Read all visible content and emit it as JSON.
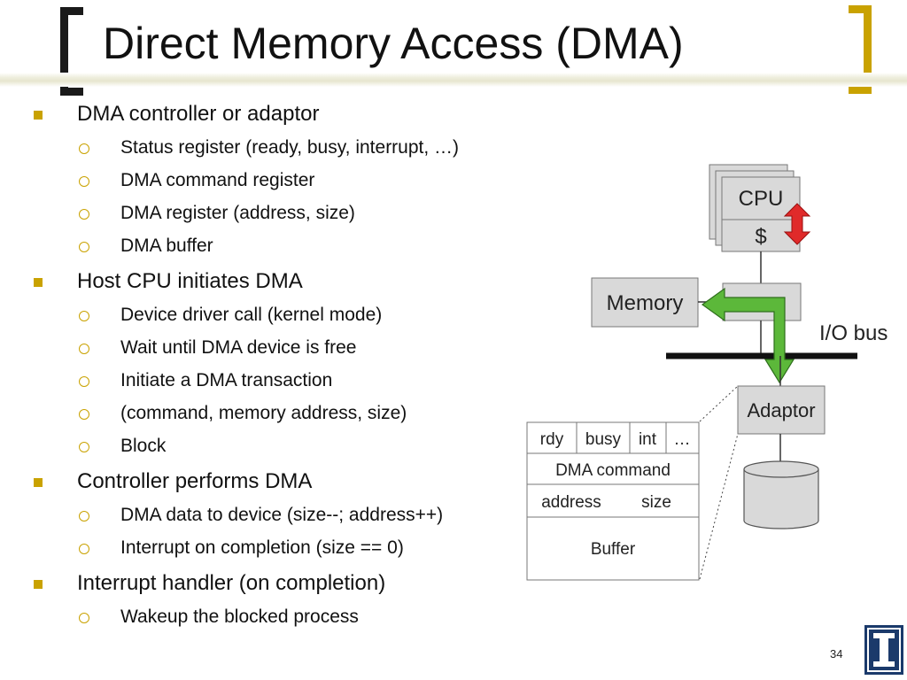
{
  "slide": {
    "title": "Direct Memory Access (DMA)",
    "page_number": "34"
  },
  "bullets": [
    {
      "text": "DMA controller or adaptor",
      "subs": [
        "Status register (ready, busy, interrupt, …)",
        "DMA command register",
        "DMA register (address, size)",
        "DMA buffer"
      ]
    },
    {
      "text": "Host CPU initiates DMA",
      "subs": [
        "Device driver call (kernel mode)",
        "Wait until DMA device is free",
        "Initiate a DMA transaction",
        "(command, memory address, size)",
        "Block"
      ]
    },
    {
      "text": "Controller performs DMA",
      "subs": [
        "DMA data to device (size--; address++)",
        "Interrupt on completion (size == 0)"
      ]
    },
    {
      "text": "Interrupt handler (on completion)",
      "subs": [
        "Wakeup the blocked process"
      ]
    }
  ],
  "diagram": {
    "cpu_label": "CPU",
    "cache_label": "$",
    "memory_label": "Memory",
    "bus_label": "I/O bus",
    "adaptor_label": "Adaptor",
    "register_rdy": "rdy",
    "register_busy": "busy",
    "register_int": "int",
    "register_more": "…",
    "dma_command": "DMA command",
    "address": "address",
    "size": "size",
    "buffer": "Buffer"
  },
  "colors": {
    "accent_gold": "#c9a200",
    "box_gray": "#d9d9d9",
    "arrow_green": "#5cb83a",
    "arrow_red": "#e02a2a",
    "logo_blue": "#1b3a6b"
  }
}
